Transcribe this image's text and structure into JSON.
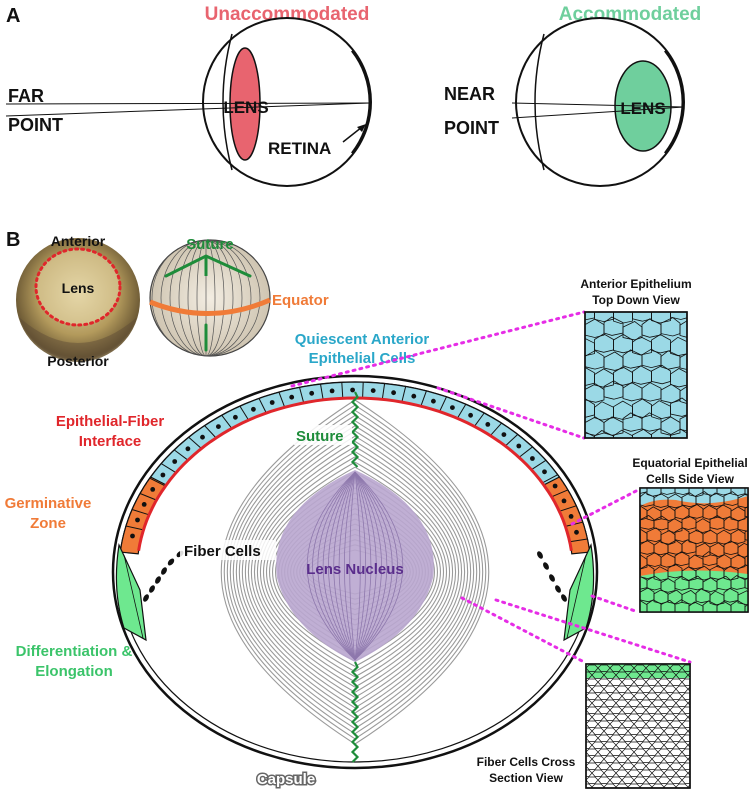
{
  "panel_a": {
    "letter": "A",
    "unaccommodated": {
      "title": "Unaccommodated",
      "color": "#e8646f",
      "far_word": "FAR",
      "point_word": "POINT",
      "lens_label": "LENS",
      "retina_label": "RETINA"
    },
    "accommodated": {
      "title": "Accommodated",
      "color": "#6fcf9d",
      "near_word": "NEAR",
      "point_word": "POINT",
      "lens_label": "LENS"
    }
  },
  "panel_b": {
    "letter": "B",
    "photo": {
      "anterior": "Anterior",
      "lens": "Lens",
      "posterior": "Posterior"
    },
    "globe": {
      "suture": "Suture",
      "equator": "Equator"
    },
    "labels": {
      "quiescent_line1": "Quiescent Anterior",
      "quiescent_line2": "Epithelial Cells",
      "interface_line1": "Epithelial-Fiber",
      "interface_line2": "Interface",
      "germinative_line1": "Germinative",
      "germinative_line2": "Zone",
      "fiber_cells": "Fiber Cells",
      "suture": "Suture",
      "lens_nucleus": "Lens Nucleus",
      "differentiation_line1": "Differentiation &",
      "differentiation_line2": "Elongation",
      "capsule": "Capsule"
    },
    "insets": {
      "anterior_line1": "Anterior Epithelium",
      "anterior_line2": "Top Down View",
      "equatorial_line1": "Equatorial Epithelial",
      "equatorial_line2": "Cells Side View",
      "fiber_line1": "Fiber Cells Cross",
      "fiber_line2": "Section View"
    },
    "colors": {
      "epithelium_blue": "#9bd9e6",
      "interface_red": "#e0262b",
      "germinative_orange": "#f07b38",
      "differentiation_green": "#6ee88f",
      "suture_green": "#1e8c3a",
      "nucleus_purple": "#b9a6cf",
      "guide_magenta": "#e62de6"
    }
  }
}
